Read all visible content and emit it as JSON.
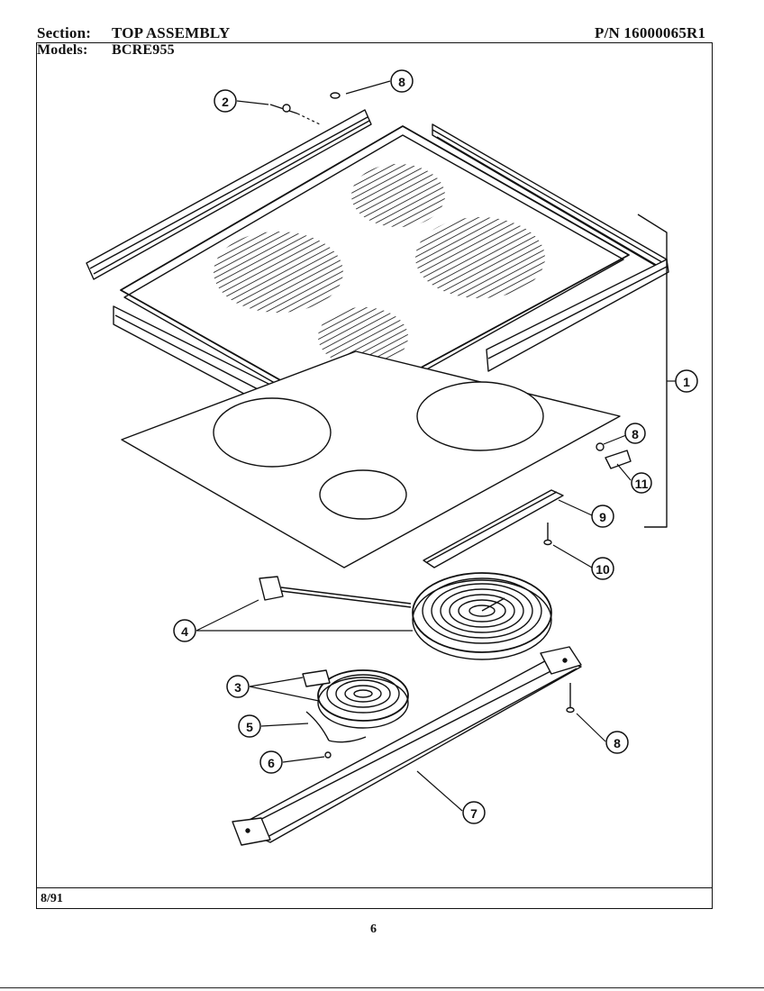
{
  "header": {
    "section_label": "Section:",
    "section_value": "TOP ASSEMBLY",
    "models_label": "Models:",
    "models_value": "BCRE955",
    "part_number": "P/N 16000065R1"
  },
  "footer": {
    "date": "8/91",
    "page": "6"
  },
  "callouts": [
    "8",
    "2",
    "1",
    "8",
    "11",
    "9",
    "10",
    "4",
    "3",
    "5",
    "6",
    "7",
    "8"
  ]
}
